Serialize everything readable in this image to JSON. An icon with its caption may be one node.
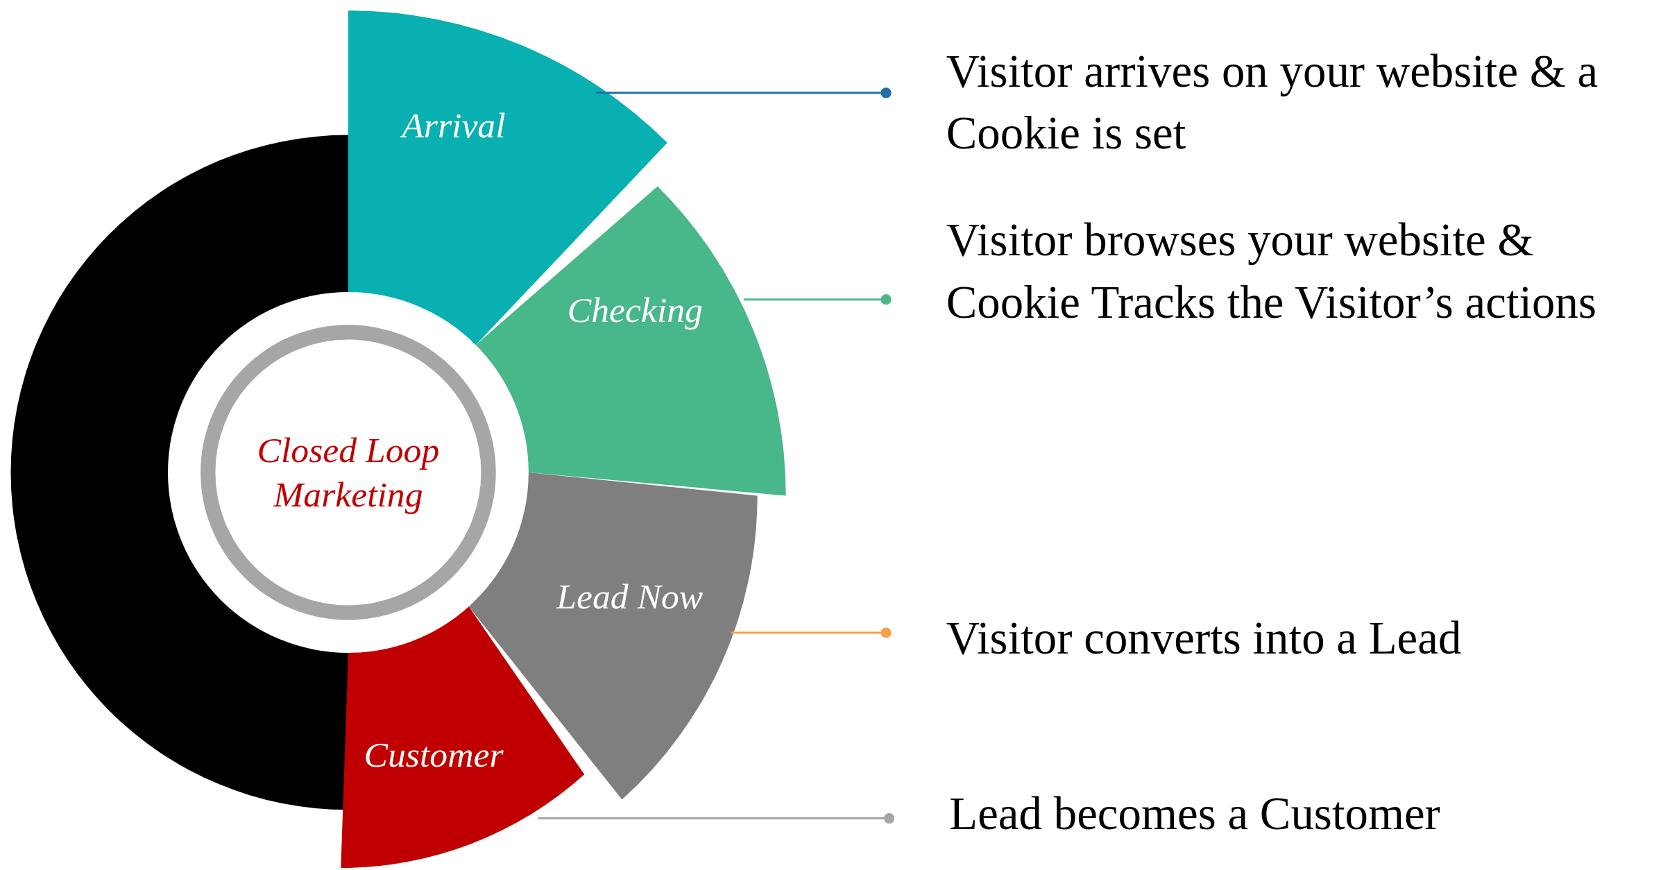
{
  "diagram": {
    "nodes": [
      {
        "text": [
          "Arrival"
        ]
      },
      {
        "text": [
          "Checking"
        ]
      },
      {
        "text": [
          "Lead Now"
        ]
      },
      {
        "text": [
          "Customer"
        ]
      },
      {
        "text": [],
        "shape": "ring"
      },
      {
        "text": [
          "Closed Loop Marketing"
        ]
      },
      {
        "text": [
          "Visitor arrives on your website & a Cookie is set"
        ]
      },
      {
        "text": [
          "Visitor browses your website & Cookie Tracks the Visitor’s actions"
        ]
      },
      {
        "text": [
          "Visitor converts into a Lead"
        ]
      },
      {
        "text": [
          "Lead becomes a Customer"
        ]
      }
    ],
    "edges": [
      {
        "from": 0,
        "to": 6,
        "arrow": "other",
        "color": "#1f6fa8"
      },
      {
        "from": 1,
        "to": 7,
        "arrow": "other",
        "color": "#4cb88a"
      },
      {
        "from": 2,
        "to": 8,
        "arrow": "other",
        "color": "#f5a04a"
      },
      {
        "from": 3,
        "to": 9,
        "arrow": "other",
        "color": "#a6a6a6"
      }
    ]
  }
}
